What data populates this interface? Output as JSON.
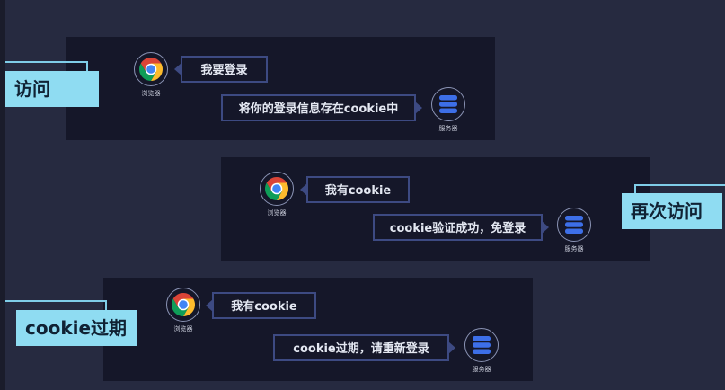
{
  "labels": {
    "browser": "浏览器",
    "server": "服务器"
  },
  "scenes": [
    {
      "tag": "访问",
      "browser_message": "我要登录",
      "server_message": "将你的登录信息存在cookie中"
    },
    {
      "tag": "再次访问",
      "browser_message": "我有cookie",
      "server_message": "cookie验证成功，免登录"
    },
    {
      "tag": "cookie过期",
      "browser_message": "我有cookie",
      "server_message": "cookie过期，请重新登录"
    }
  ],
  "colors": {
    "background": "#262a40",
    "panel": "#151729",
    "tag": "#8fdcf2",
    "bubble_border": "#3d4a82",
    "server_icon": "#3d6fe8"
  },
  "icons": {
    "browser": "chrome-icon",
    "server": "server-stack-icon"
  }
}
